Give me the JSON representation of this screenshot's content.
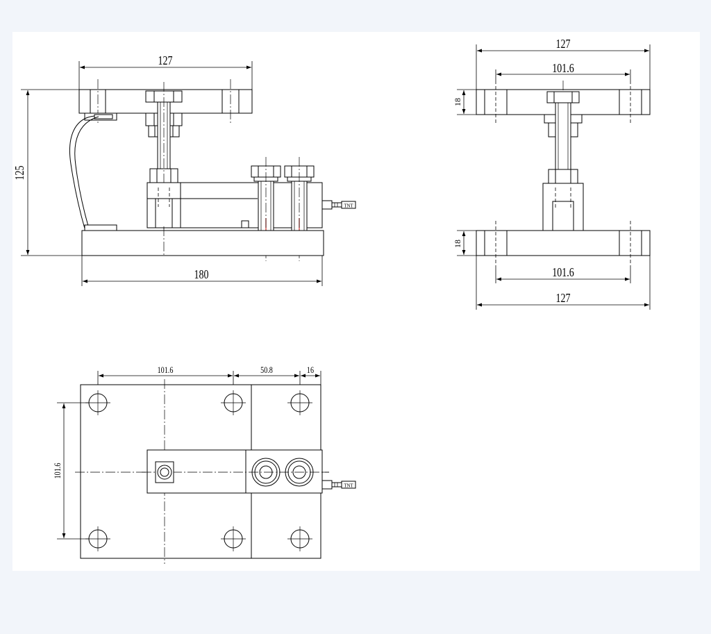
{
  "colors": {
    "page_background": "#f2f5fa",
    "sheet": "#ffffff",
    "line": "#000000",
    "marker": "#d9302b"
  },
  "front_view": {
    "dim_top_width": "127",
    "dim_height": "125",
    "dim_base_width": "180",
    "cable_label": "TNT"
  },
  "side_view": {
    "dim_top_overall": "127",
    "dim_top_holes": "101.6",
    "dim_top_plate_thickness": "18",
    "dim_bottom_plate_thickness": "18",
    "dim_bottom_holes": "101.6",
    "dim_bottom_overall": "127"
  },
  "top_view": {
    "dim_hole_spacing_x": "101.6",
    "dim_offset": "50.8",
    "dim_edge": "16",
    "dim_hole_spacing_y": "101.6",
    "cable_label": "TNT"
  }
}
